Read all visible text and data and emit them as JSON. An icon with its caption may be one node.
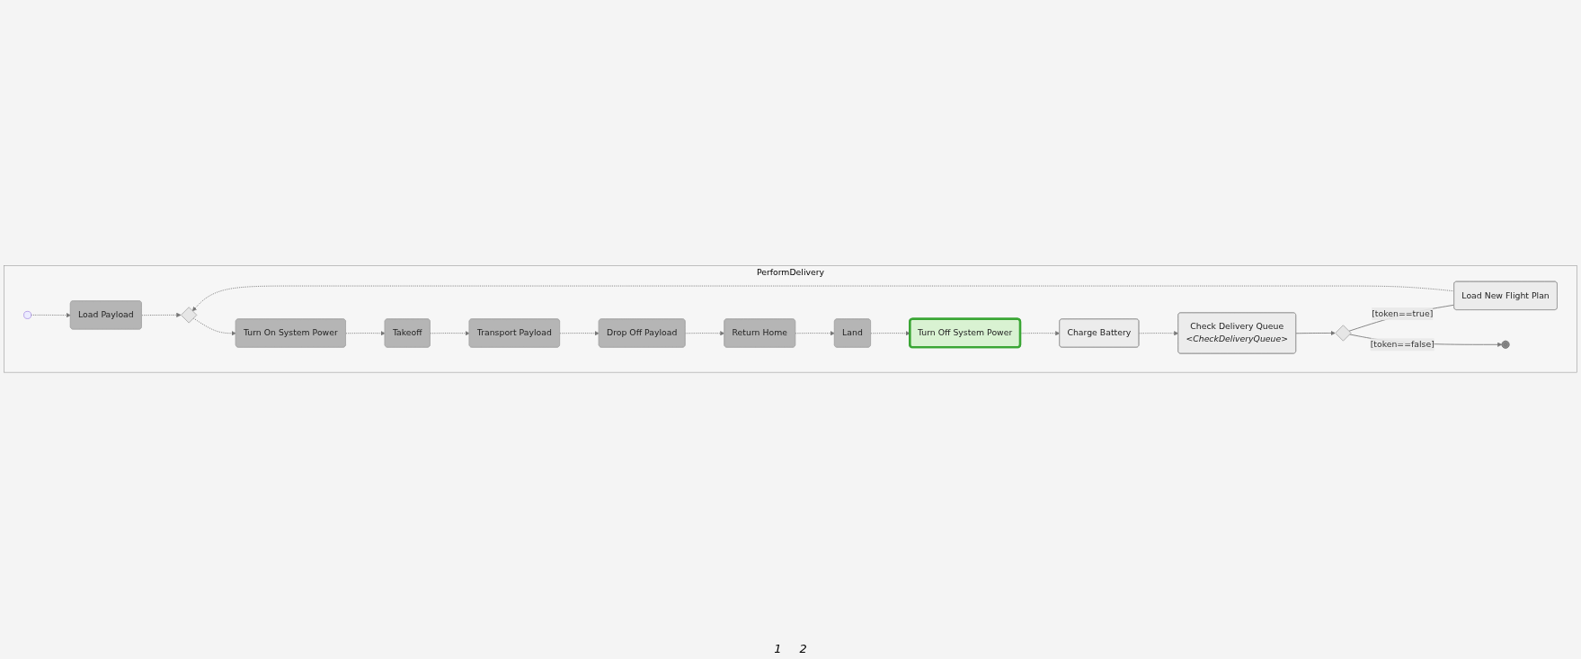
{
  "diagram": {
    "nodes": [
      {
        "text": [
          "PerformDelivery"
        ]
      },
      {
        "text": [
          "Load Payload"
        ],
        "in": 0
      },
      {
        "text": [],
        "shape": "diamond",
        "in": 0
      },
      {
        "text": [
          "Turn On System Power"
        ],
        "in": 0
      },
      {
        "text": [
          "Takeoff"
        ],
        "in": 0
      },
      {
        "text": [
          "Transport Payload"
        ],
        "in": 0
      },
      {
        "text": [
          "Drop Off Payload"
        ],
        "in": 0
      },
      {
        "text": [],
        "shape": "circle",
        "in": 0
      },
      {
        "text": [
          "Load New Flight Plan"
        ],
        "in": 0
      },
      {
        "text": [
          "Return Home"
        ],
        "in": 0
      },
      {
        "text": [],
        "shape": "circle",
        "in": 0
      },
      {
        "text": [],
        "shape": "diamond",
        "in": 0
      },
      {
        "text": [
          "Check Delivery Queue",
          "<CheckDeliveryQueue>"
        ],
        "in": 0
      },
      {
        "text": [
          "Charge Battery"
        ],
        "in": 0
      },
      {
        "text": [
          "Turn Off System Power"
        ],
        "in": 0
      },
      {
        "text": [
          "Land"
        ],
        "in": 0
      }
    ],
    "edges": [
      {
        "from": 7,
        "to": 1,
        "arrow": "to",
        "style": "dashed"
      },
      {
        "from": 1,
        "to": 2,
        "arrow": "to",
        "style": "dashed"
      },
      {
        "from": 2,
        "to": 3,
        "arrow": "to",
        "style": "dashed"
      },
      {
        "from": 3,
        "to": 4,
        "arrow": "to",
        "style": "dashed"
      },
      {
        "from": 4,
        "to": 5,
        "arrow": "to",
        "style": "dashed"
      },
      {
        "from": 5,
        "to": 6,
        "arrow": "to",
        "style": "dashed"
      },
      {
        "from": 6,
        "to": 9,
        "arrow": "to",
        "style": "dashed"
      },
      {
        "from": 9,
        "to": 15,
        "arrow": "to",
        "style": "dashed"
      },
      {
        "from": 15,
        "to": 14,
        "arrow": "to",
        "style": "dashed"
      },
      {
        "from": 14,
        "to": 13,
        "arrow": "to",
        "style": "dashed"
      },
      {
        "from": 13,
        "to": 12,
        "arrow": "to",
        "style": "dashed"
      },
      {
        "from": 12,
        "to": 11,
        "arrow": "to"
      },
      {
        "from": 11,
        "to": 8,
        "arrow": "none",
        "label": "[token==true]"
      },
      {
        "from": 11,
        "to": 10,
        "arrow": "to",
        "label": "[token==false]"
      },
      {
        "from": 8,
        "to": 2,
        "arrow": "to",
        "style": "dashed"
      }
    ],
    "labels": [
      "1",
      "2"
    ]
  }
}
